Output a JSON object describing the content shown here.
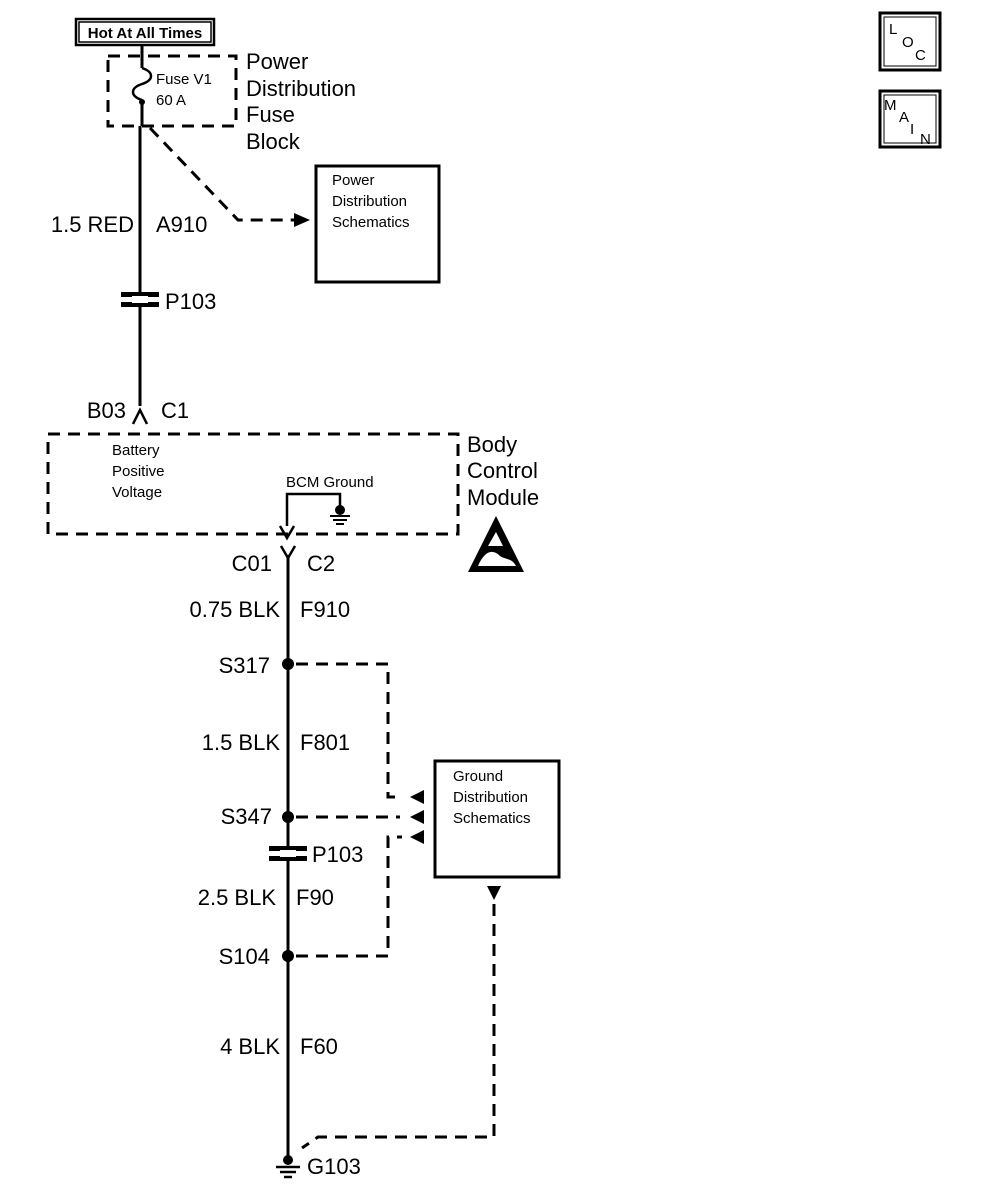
{
  "power_source": {
    "label": "Hot At All Times"
  },
  "fuse": {
    "name": "Fuse V1",
    "rating": "60 A"
  },
  "fuse_block": {
    "lines": [
      "Power",
      "Distribution",
      "Fuse",
      "Block"
    ]
  },
  "power_schematics_ref": {
    "lines": [
      "Power",
      "Distribution",
      "Schematics"
    ]
  },
  "wire_a910": {
    "gauge_color": "1.5 RED",
    "circuit": "A910"
  },
  "connector_p103_top": {
    "label": "P103"
  },
  "bcm_input": {
    "pin": "B03",
    "connector": "C1"
  },
  "bcm": {
    "name_lines": [
      "Body",
      "Control",
      "Module"
    ],
    "battery_lines": [
      "Battery",
      "Positive",
      "Voltage"
    ],
    "ground_label": "BCM Ground"
  },
  "bcm_output": {
    "pin": "C01",
    "connector": "C2"
  },
  "wires": [
    {
      "gauge_color": "0.75 BLK",
      "circuit": "F910"
    },
    {
      "gauge_color": "1.5 BLK",
      "circuit": "F801"
    },
    {
      "gauge_color": "2.5 BLK",
      "circuit": "F90"
    },
    {
      "gauge_color": "4 BLK",
      "circuit": "F60"
    }
  ],
  "splices": [
    "S317",
    "S347",
    "S104"
  ],
  "connector_p103_bottom": {
    "label": "P103"
  },
  "ground_schematics_ref": {
    "lines": [
      "Ground",
      "Distribution",
      "Schematics"
    ]
  },
  "ground": {
    "label": "G103"
  },
  "nav_loc": {
    "letters": [
      "L",
      "O",
      "C"
    ]
  },
  "nav_main": {
    "letters": [
      "M",
      "A",
      "I",
      "N"
    ]
  }
}
